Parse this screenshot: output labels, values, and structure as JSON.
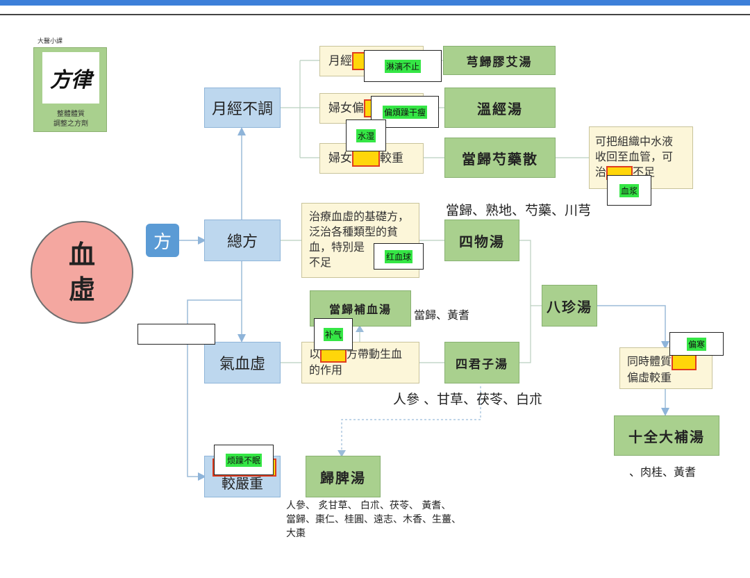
{
  "logo": {
    "caption_top": "大醫小課",
    "calligraphy": "方律",
    "caption_bottom_1": "整體體質",
    "caption_bottom_2": "調整之方劑"
  },
  "main_circle": {
    "line1": "血",
    "line2": "虛"
  },
  "fang_badge": "方",
  "nodes": {
    "irregular": "月經不調",
    "general": "總方",
    "qi_blood": "氣血虛",
    "severe": "較嚴重",
    "cond_menses": "月經",
    "cond_women_bias": "婦女偏",
    "cond_women_prefix": "婦女",
    "cond_women_suffix": "較重",
    "formula_xiongguijiaoai": "芎歸膠艾湯",
    "formula_wenjing": "溫經湯",
    "formula_danggui_shaoyao": "當歸芍藥散",
    "formula_siwu": "四物湯",
    "formula_danggui_buxue": "當歸補血湯",
    "formula_bazhen": "八珍湯",
    "formula_sijunzi": "四君子湯",
    "formula_guipi": "歸脾湯",
    "formula_shiquan": "十全大補湯"
  },
  "desc": {
    "water_1": "可把組織中水液",
    "water_2": "收回至血管，可",
    "water_3a": "治",
    "water_3b": "不足",
    "siwu_1": "治療血虛的基礎方，",
    "siwu_2": "泛治各種類型的貧",
    "siwu_3": "血，特別是",
    "siwu_4": "不足",
    "qi_1a": "以",
    "qi_1b": "方帶動生血",
    "qi_2": "的作用",
    "bazhen_1": "同時體質",
    "bazhen_2": "偏虛較重"
  },
  "herbs": {
    "siwu": "當歸、熟地、芍藥、川芎",
    "buxue": "當歸、黃耆",
    "sijunzi": "人參 、甘草、茯苓、白朮",
    "shiquan": "、肉桂、黃耆",
    "guipi_1": "人參、 炙甘草、 白朮、茯苓、 黃耆、",
    "guipi_2": "當歸、棗仁、桂圓、遠志、木香、生薑、",
    "guipi_3": "大棗"
  },
  "annotations": {
    "linli": "淋漓不止",
    "pianfan": "偏煩躁干瘦",
    "shuishi": "水湿",
    "xuejiang": "血浆",
    "hongxueqiu": "红血球",
    "buqi": "补气",
    "pianhan": "偏寒",
    "fanzao": "烦躁不眠"
  },
  "colors": {
    "blue_node": "#bdd7ee",
    "green_node": "#a9d08e",
    "cream_node": "#fcf6d9",
    "circle": "#f4a7a0",
    "highlight": "#ffd60a",
    "highlight_border": "#e03c1f",
    "annotation": "#35e645",
    "badge": "#5b9bd5",
    "top_bar": "#3c7fd9"
  }
}
